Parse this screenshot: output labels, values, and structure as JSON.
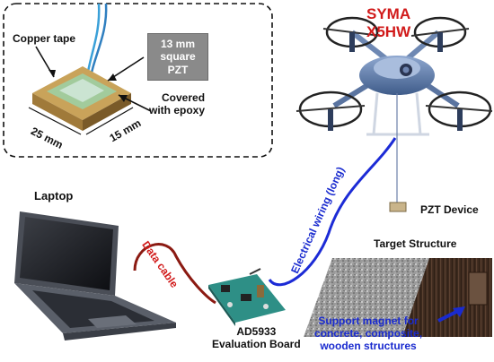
{
  "inset": {
    "copper_tape": "Copper tape",
    "pzt_size": [
      "13 mm",
      "square",
      "PZT"
    ],
    "covered": [
      "Covered",
      "with epoxy"
    ],
    "dim_width": "25 mm",
    "dim_depth": "15 mm"
  },
  "drone": {
    "model": [
      "SYMA",
      "X5HW"
    ]
  },
  "labels": {
    "laptop": "Laptop",
    "data_cable": "Data cable",
    "electrical_wiring": "Electrical wiring (long)",
    "pzt_device": "PZT Device",
    "target_structure": "Target Structure",
    "board": [
      "AD5933",
      "Evaluation Board"
    ],
    "support_magnet": [
      "Support magnet for",
      "concrete, composite,",
      "wooden structures"
    ]
  },
  "colors": {
    "red_label": "#d11a1a",
    "blue_label": "#1a2bcf",
    "cable_red": "#8b1a12",
    "wire_blue": "#1c2bd6",
    "drone": "#5f7fae"
  }
}
